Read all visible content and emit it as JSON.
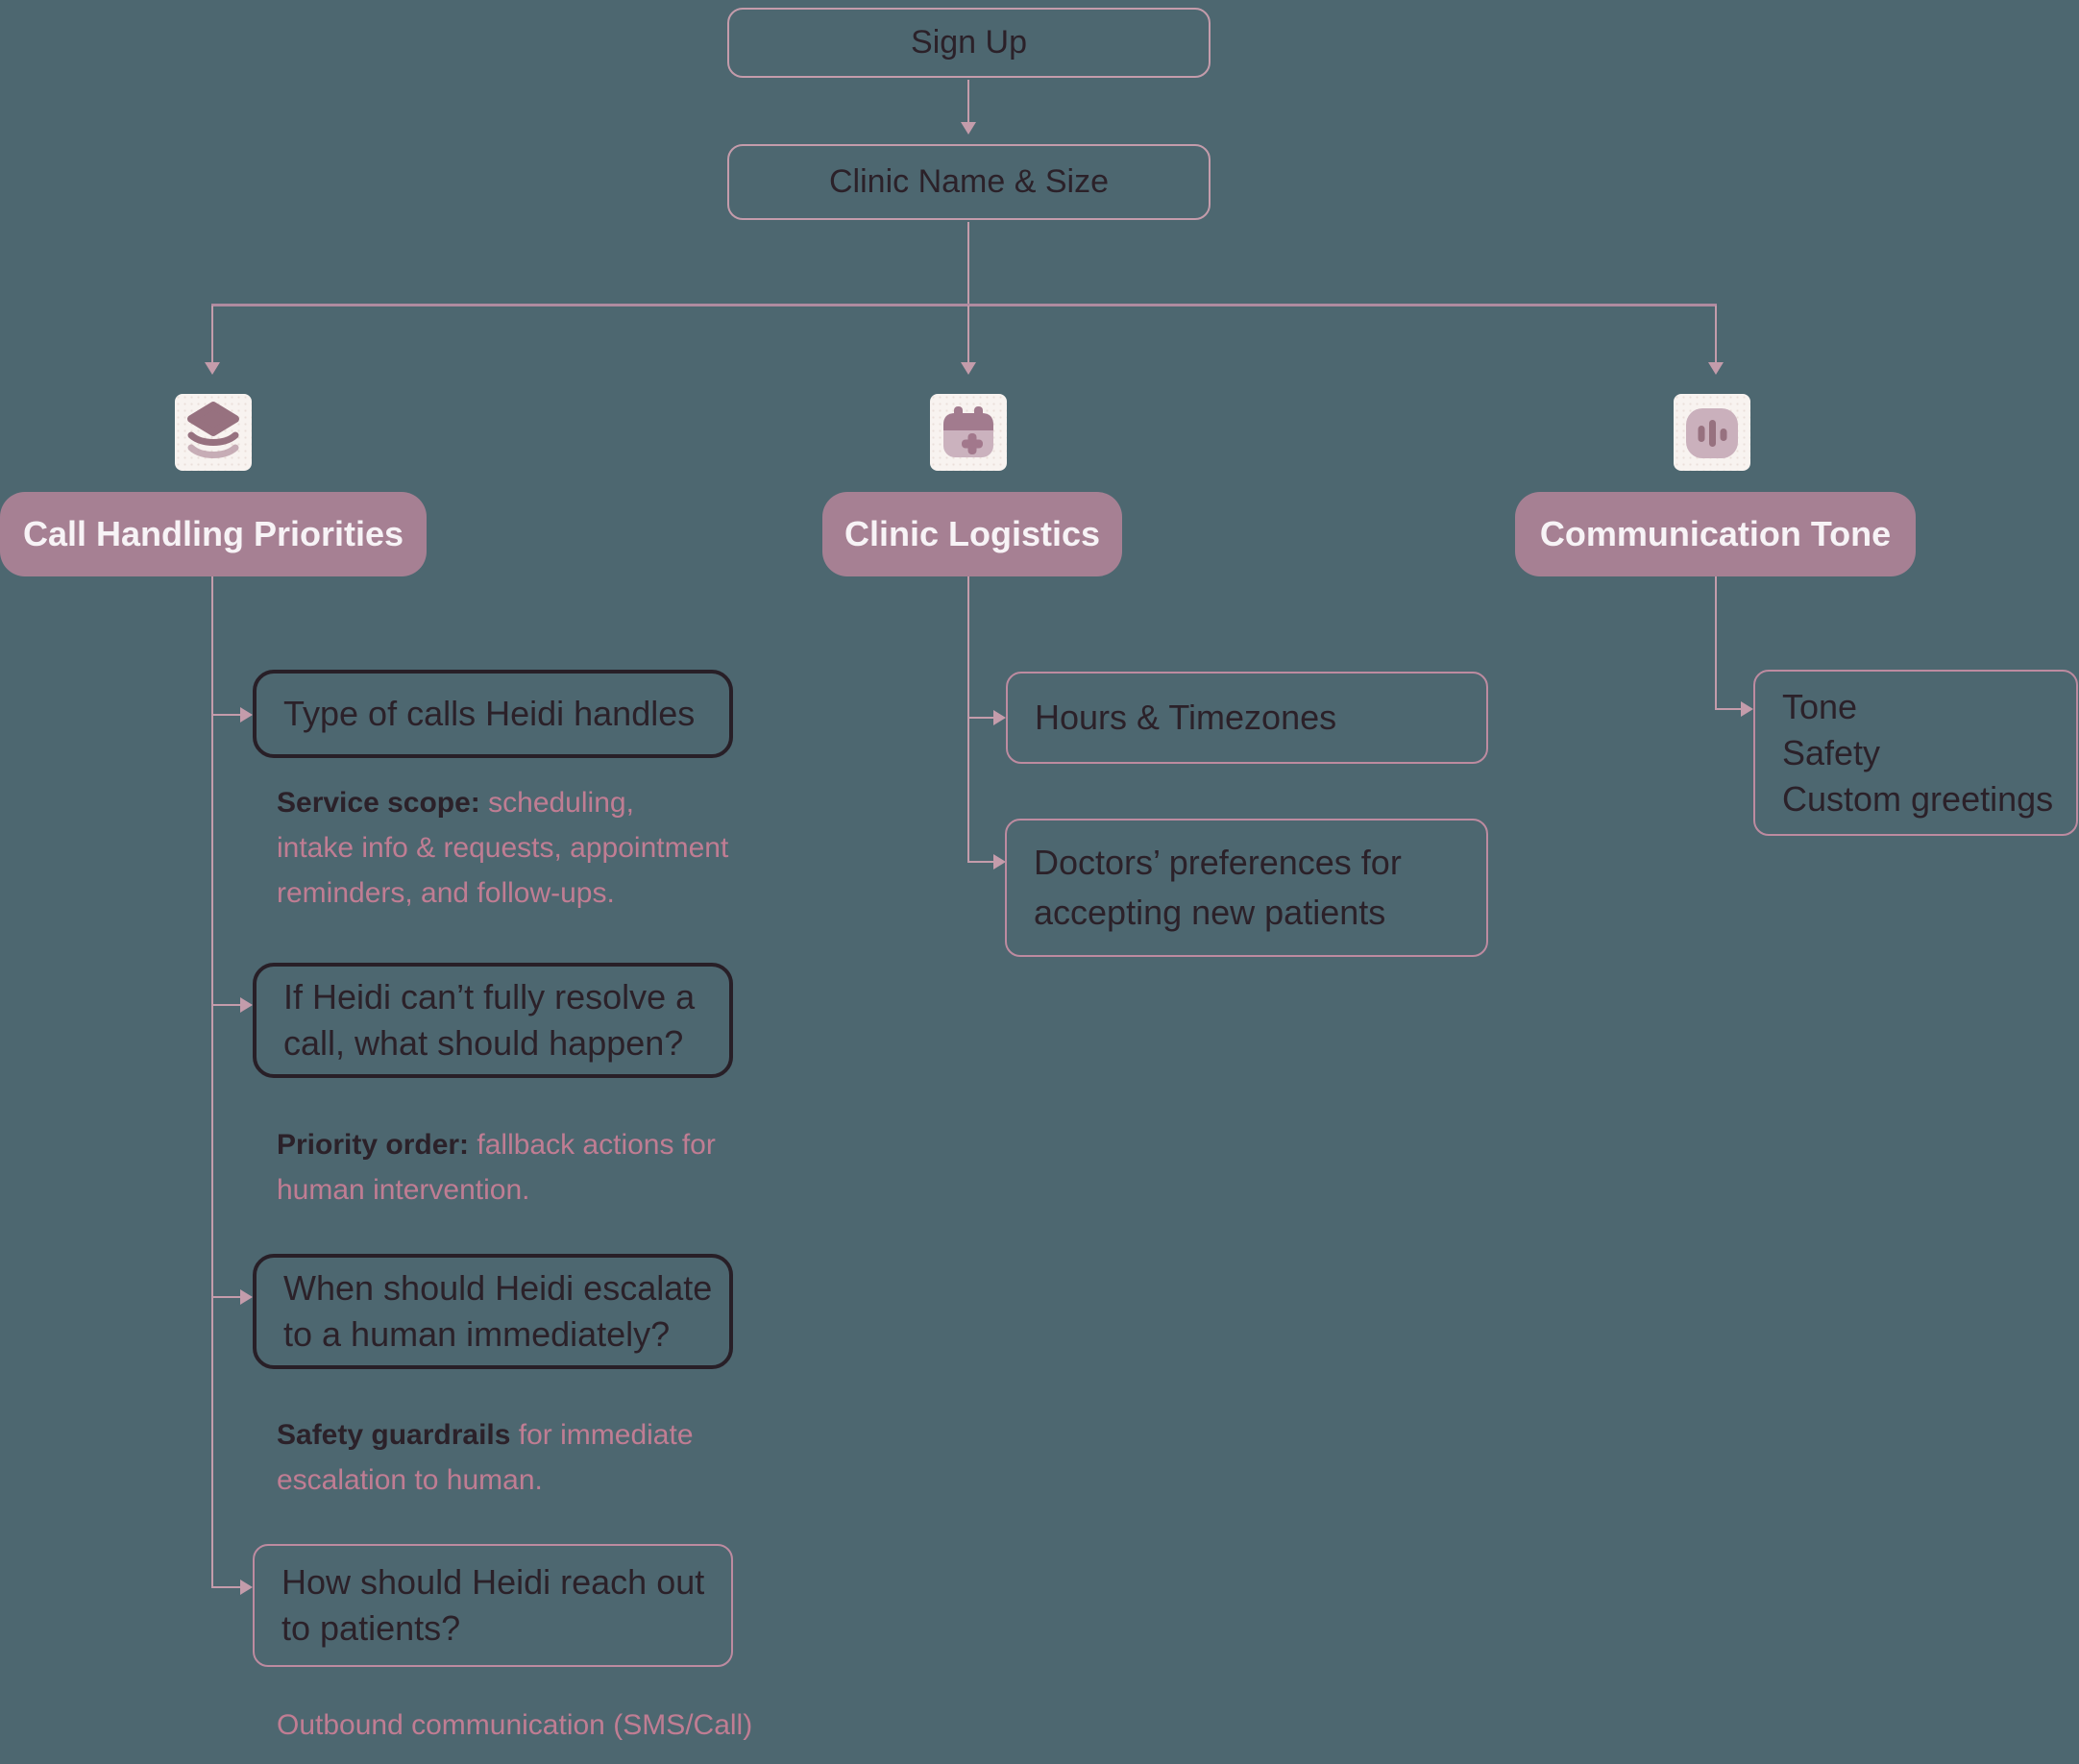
{
  "colors": {
    "background": "#4d6770",
    "connector": "#c49cab",
    "pill_background": "#a68093",
    "pill_text": "#f7f3f6",
    "dark_text": "#2b2129",
    "pink_text": "#c07d93",
    "dark_border": "#281f27",
    "pink_border": "#bd8ba0"
  },
  "top": {
    "signup": "Sign Up",
    "clinic": "Clinic Name & Size"
  },
  "branch1": {
    "title": "Call Handling Priorities",
    "icon": "layers-icon",
    "box1": "Type of calls Heidi handles",
    "note1_bold": "Service scope:",
    "note1_l1": " scheduling,",
    "note1_l2": "intake info & requests, appointment",
    "note1_l3": "reminders, and follow-ups.",
    "box2_l1": "If Heidi can’t fully resolve a",
    "box2_l2": "call, what should happen?",
    "note2_bold": "Priority order:",
    "note2_l1": " fallback actions for",
    "note2_l2": "human intervention.",
    "box3_l1": "When should Heidi escalate",
    "box3_l2": "to a human immediately?",
    "note3_bold": "Safety guardrails",
    "note3_l1": " for immediate",
    "note3_l2": "escalation to human.",
    "box4_l1": "How should Heidi reach out",
    "box4_l2": "to patients?",
    "note4": "Outbound communication (SMS/Call)"
  },
  "branch2": {
    "title": "Clinic Logistics",
    "icon": "calendar-plus-icon",
    "box1": "Hours & Timezones",
    "box2_l1": "Doctors’ preferences for",
    "box2_l2": "accepting new patients"
  },
  "branch3": {
    "title": "Communication Tone",
    "icon": "voice-waveform-icon",
    "box_l1": "Tone",
    "box_l2": "Safety",
    "box_l3": "Custom greetings"
  }
}
